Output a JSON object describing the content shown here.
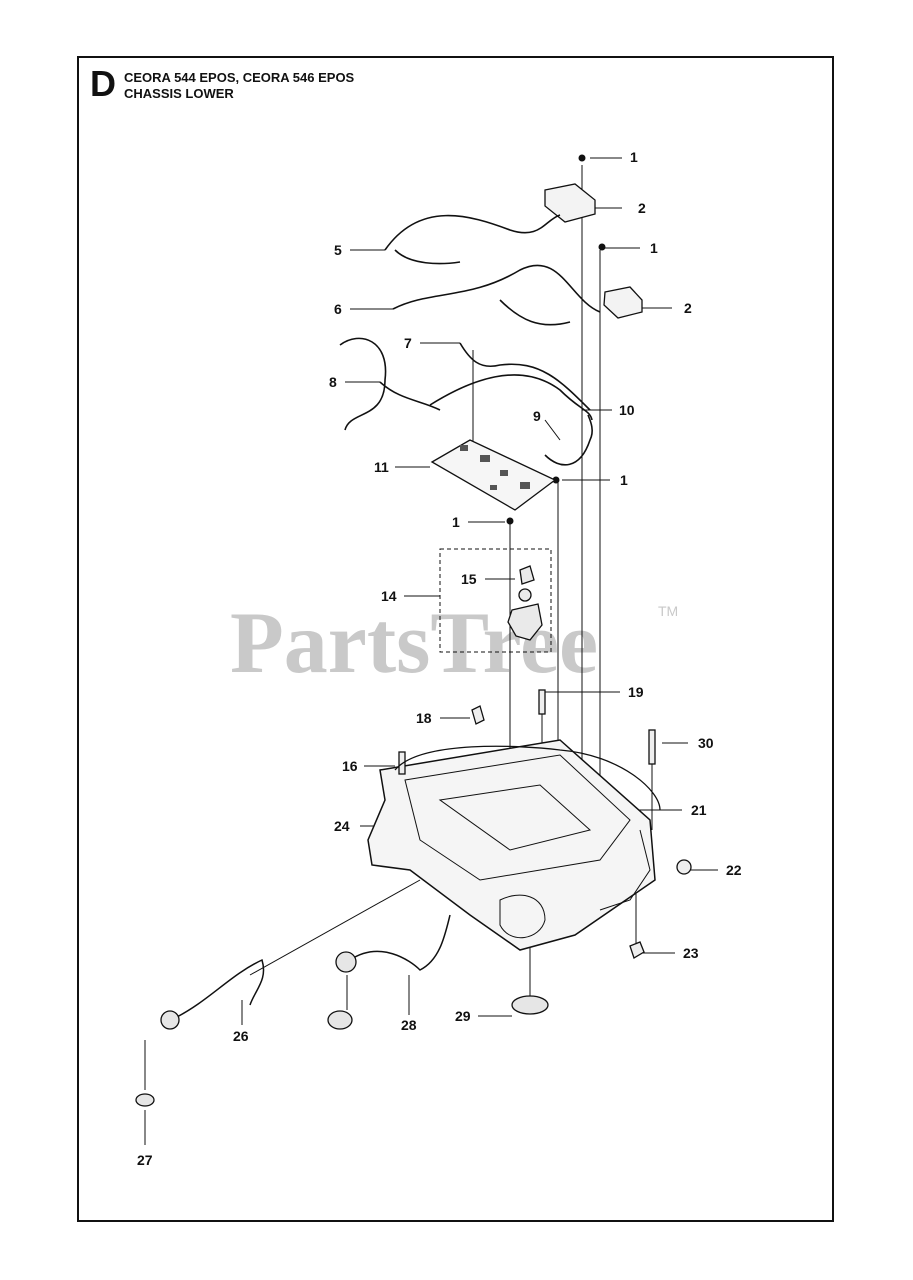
{
  "header": {
    "section_letter": "D",
    "title_line1": "CEORA 544 EPOS, CEORA 546 EPOS",
    "title_line2": "CHASSIS LOWER"
  },
  "watermark": {
    "text": "PartsTree",
    "trademark": "TM"
  },
  "callouts": [
    {
      "id": "c1a",
      "text": "1"
    },
    {
      "id": "c2a",
      "text": "2"
    },
    {
      "id": "c1b",
      "text": "1"
    },
    {
      "id": "c2b",
      "text": "2"
    },
    {
      "id": "c5",
      "text": "5"
    },
    {
      "id": "c6",
      "text": "6"
    },
    {
      "id": "c7",
      "text": "7"
    },
    {
      "id": "c8",
      "text": "8"
    },
    {
      "id": "c9",
      "text": "9"
    },
    {
      "id": "c10",
      "text": "10"
    },
    {
      "id": "c11",
      "text": "11"
    },
    {
      "id": "c1c",
      "text": "1"
    },
    {
      "id": "c1d",
      "text": "1"
    },
    {
      "id": "c14",
      "text": "14"
    },
    {
      "id": "c15",
      "text": "15"
    },
    {
      "id": "c19",
      "text": "19"
    },
    {
      "id": "c18",
      "text": "18"
    },
    {
      "id": "c30",
      "text": "30"
    },
    {
      "id": "c16",
      "text": "16"
    },
    {
      "id": "c21",
      "text": "21"
    },
    {
      "id": "c24",
      "text": "24"
    },
    {
      "id": "c22",
      "text": "22"
    },
    {
      "id": "c23",
      "text": "23"
    },
    {
      "id": "c26",
      "text": "26"
    },
    {
      "id": "c28",
      "text": "28"
    },
    {
      "id": "c29",
      "text": "29"
    },
    {
      "id": "c27",
      "text": "27"
    }
  ]
}
